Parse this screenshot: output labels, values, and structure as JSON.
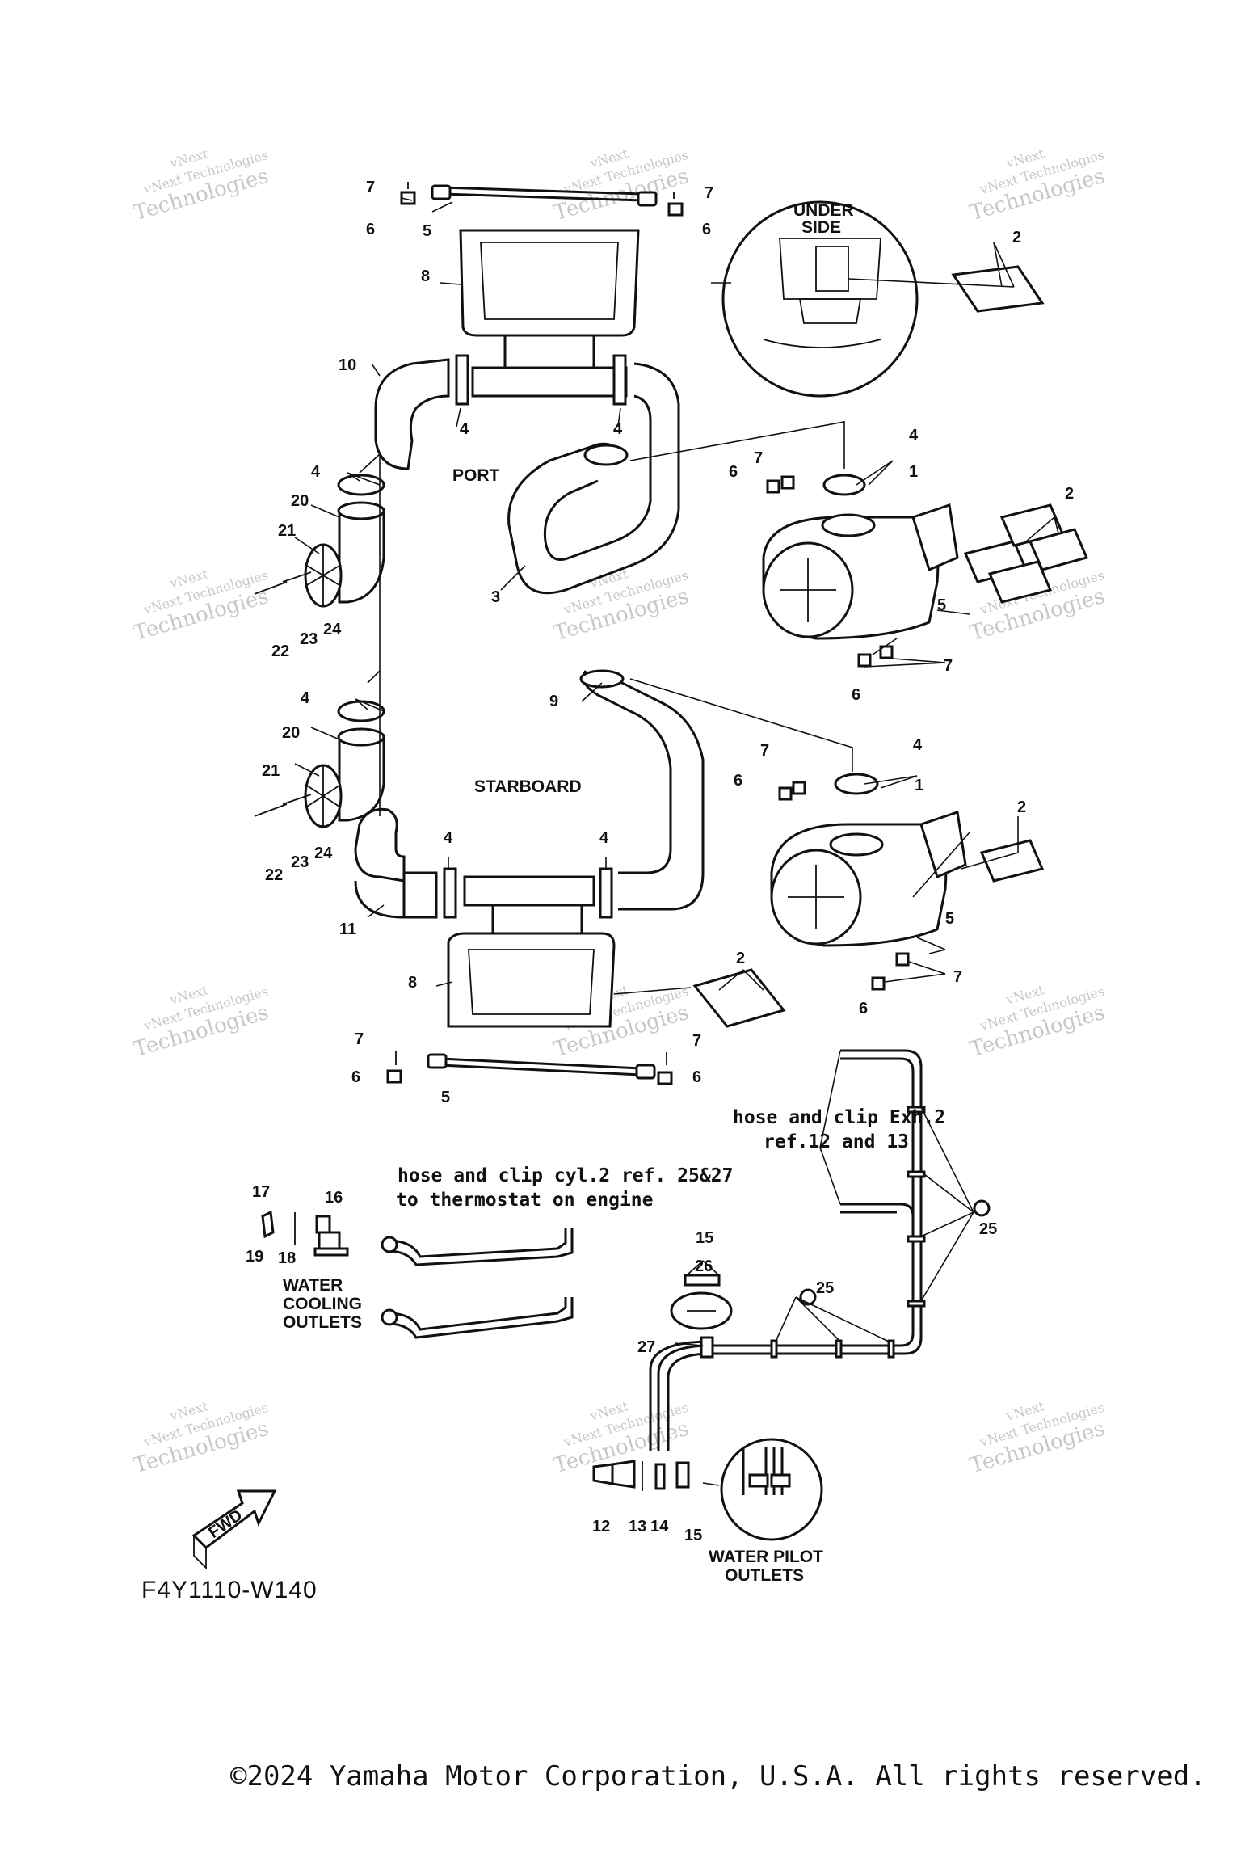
{
  "diagram": {
    "callouts": [
      {
        "id": "c7a",
        "text": "7"
      },
      {
        "id": "c6a",
        "text": "6"
      },
      {
        "id": "c5a",
        "text": "5"
      },
      {
        "id": "c7b",
        "text": "7"
      },
      {
        "id": "c6b",
        "text": "6"
      },
      {
        "id": "c8a",
        "text": "8"
      },
      {
        "id": "c2a",
        "text": "2"
      },
      {
        "id": "c10",
        "text": "10"
      },
      {
        "id": "c4a",
        "text": "4"
      },
      {
        "id": "c4b",
        "text": "4"
      },
      {
        "id": "c4c",
        "text": "4"
      },
      {
        "id": "c4d",
        "text": "4"
      },
      {
        "id": "c20a",
        "text": "20"
      },
      {
        "id": "c21a",
        "text": "21"
      },
      {
        "id": "c22a",
        "text": "22"
      },
      {
        "id": "c23a",
        "text": "23"
      },
      {
        "id": "c24a",
        "text": "24"
      },
      {
        "id": "c3",
        "text": "3"
      },
      {
        "id": "c7c",
        "text": "7"
      },
      {
        "id": "c6c",
        "text": "6"
      },
      {
        "id": "c1a",
        "text": "1"
      },
      {
        "id": "c2b",
        "text": "2"
      },
      {
        "id": "c5b",
        "text": "5"
      },
      {
        "id": "c6d",
        "text": "6"
      },
      {
        "id": "c7d",
        "text": "7"
      },
      {
        "id": "c9",
        "text": "9"
      },
      {
        "id": "c4e",
        "text": "4"
      },
      {
        "id": "c20b",
        "text": "20"
      },
      {
        "id": "c21b",
        "text": "21"
      },
      {
        "id": "c22b",
        "text": "22"
      },
      {
        "id": "c23b",
        "text": "23"
      },
      {
        "id": "c24b",
        "text": "24"
      },
      {
        "id": "c7e",
        "text": "7"
      },
      {
        "id": "c6e",
        "text": "6"
      },
      {
        "id": "c4f",
        "text": "4"
      },
      {
        "id": "c1b",
        "text": "1"
      },
      {
        "id": "c2c",
        "text": "2"
      },
      {
        "id": "c5c",
        "text": "5"
      },
      {
        "id": "c7f",
        "text": "7"
      },
      {
        "id": "c6f",
        "text": "6"
      },
      {
        "id": "c4g",
        "text": "4"
      },
      {
        "id": "c4h",
        "text": "4"
      },
      {
        "id": "c11",
        "text": "11"
      },
      {
        "id": "c8b",
        "text": "8"
      },
      {
        "id": "c2d",
        "text": "2"
      },
      {
        "id": "c7g",
        "text": "7"
      },
      {
        "id": "c6g",
        "text": "6"
      },
      {
        "id": "c5d",
        "text": "5"
      },
      {
        "id": "c7h",
        "text": "7"
      },
      {
        "id": "c6h",
        "text": "6"
      },
      {
        "id": "c17",
        "text": "17"
      },
      {
        "id": "c16",
        "text": "16"
      },
      {
        "id": "c19",
        "text": "19"
      },
      {
        "id": "c18",
        "text": "18"
      },
      {
        "id": "c15a",
        "text": "15"
      },
      {
        "id": "c26",
        "text": "26"
      },
      {
        "id": "c25a",
        "text": "25"
      },
      {
        "id": "c25b",
        "text": "25"
      },
      {
        "id": "c27",
        "text": "27"
      },
      {
        "id": "c12",
        "text": "12"
      },
      {
        "id": "c13",
        "text": "13"
      },
      {
        "id": "c14",
        "text": "14"
      },
      {
        "id": "c15b",
        "text": "15"
      }
    ],
    "sections": {
      "underside_line1": "UNDER",
      "underside_line2": "SIDE",
      "port": "PORT",
      "starboard": "STARBOARD",
      "water_cooling_line1": "WATER",
      "water_cooling_line2": "COOLING",
      "water_cooling_line3": "OUTLETS",
      "water_pilot_line1": "WATER PILOT",
      "water_pilot_line2": "OUTLETS",
      "fwd": "FWD"
    },
    "notes": {
      "exh_line1": "hose and clip Exh.2",
      "exh_line2": "ref.12 and 13",
      "cyl_line1": "hose and clip cyl.2 ref. 25&27",
      "cyl_line2": "to thermostat on engine"
    },
    "drawing_code": "F4Y1110-W140",
    "watermark": {
      "line1": "vNext Technologies",
      "line2": "Technologies",
      "line3": "vNext"
    }
  },
  "footer": {
    "copyright": "©2024 Yamaha Motor Corporation, U.S.A. All rights reserved."
  }
}
